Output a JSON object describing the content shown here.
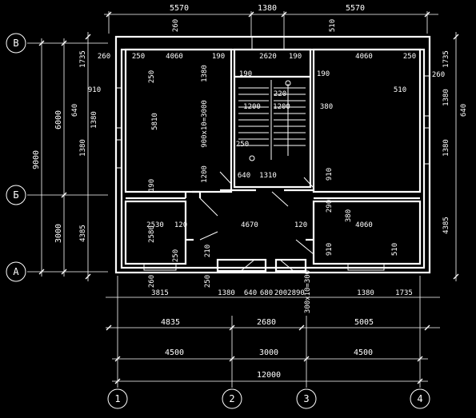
{
  "axes": {
    "letters": [
      "В",
      "Б",
      "А"
    ],
    "numbers": [
      "1",
      "2",
      "3",
      "4"
    ]
  },
  "dims": {
    "top": [
      "5570",
      "1380",
      "5570"
    ],
    "bottom_row1": [
      "3815",
      "1380",
      "640",
      "680",
      "200",
      "2890",
      "1380",
      "1735"
    ],
    "bottom_row2": [
      "4835",
      "2680",
      "5005"
    ],
    "grid_row": [
      "4500",
      "3000",
      "4500"
    ],
    "overall": "12000",
    "left_total": "9000",
    "left_parts": [
      "6000",
      "3000"
    ],
    "left_detail": [
      "1735",
      "640",
      "1380",
      "4385"
    ],
    "left_small": [
      "910",
      "1380"
    ],
    "right_detail": [
      "1735",
      "1380",
      "640",
      "1380",
      "4385"
    ],
    "right_small": [
      "260"
    ]
  },
  "labels": {
    "room_top_left": [
      "260",
      "250",
      "4060",
      "190",
      "2620",
      "190",
      "4060",
      "250"
    ],
    "top_misc": [
      "260",
      "510"
    ],
    "stair": [
      "190",
      "190",
      "220",
      "1200",
      "1200",
      "380",
      "510",
      "250",
      "640",
      "1310",
      "910"
    ],
    "vertical_notes": [
      "5810",
      "900х10=3000",
      "1380",
      "1200",
      "190",
      "250",
      "2580"
    ],
    "lower": [
      "2530",
      "120",
      "4670",
      "120",
      "4060",
      "290",
      "380",
      "250",
      "210",
      "910",
      "510",
      "260",
      "250",
      "300х10=300"
    ]
  }
}
